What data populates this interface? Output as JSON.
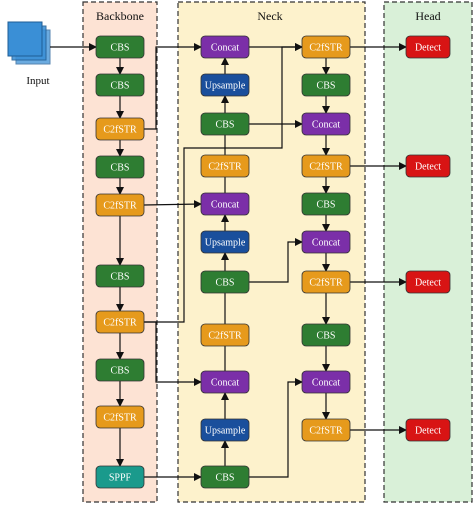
{
  "sections": {
    "backbone": {
      "title": "Backbone",
      "fill": "#fde3d4",
      "stroke": "#333333"
    },
    "neck": {
      "title": "Neck",
      "fill": "#fdf2cc",
      "stroke": "#333333"
    },
    "head": {
      "title": "Head",
      "fill": "#d9f0d8",
      "stroke": "#333333"
    }
  },
  "input": {
    "label": "Input",
    "icon": "stacked-image-layers-icon",
    "color": "#3a8fd6"
  },
  "node_colors": {
    "CBS": "#2e7d32",
    "C2fSTR": "#e69a1c",
    "Concat": "#7b2fa8",
    "Upsample": "#1a4f9c",
    "SPPF": "#1a9a8c",
    "Detect": "#d81414"
  },
  "backbone_nodes": [
    "CBS",
    "CBS",
    "C2fSTR",
    "CBS",
    "C2fSTR",
    "CBS",
    "C2fSTR",
    "CBS",
    "C2fSTR",
    "SPPF"
  ],
  "neck_left_nodes": [
    "Concat",
    "Upsample",
    "CBS",
    "C2fSTR",
    "Concat",
    "Upsample",
    "CBS",
    "C2fSTR",
    "Concat",
    "Upsample",
    "CBS"
  ],
  "neck_right_nodes": [
    "C2fSTR",
    "CBS",
    "Concat",
    "C2fSTR",
    "CBS",
    "Concat",
    "C2fSTR",
    "CBS",
    "Concat",
    "C2fSTR"
  ],
  "head_nodes": [
    "Detect",
    "Detect",
    "Detect",
    "Detect"
  ]
}
